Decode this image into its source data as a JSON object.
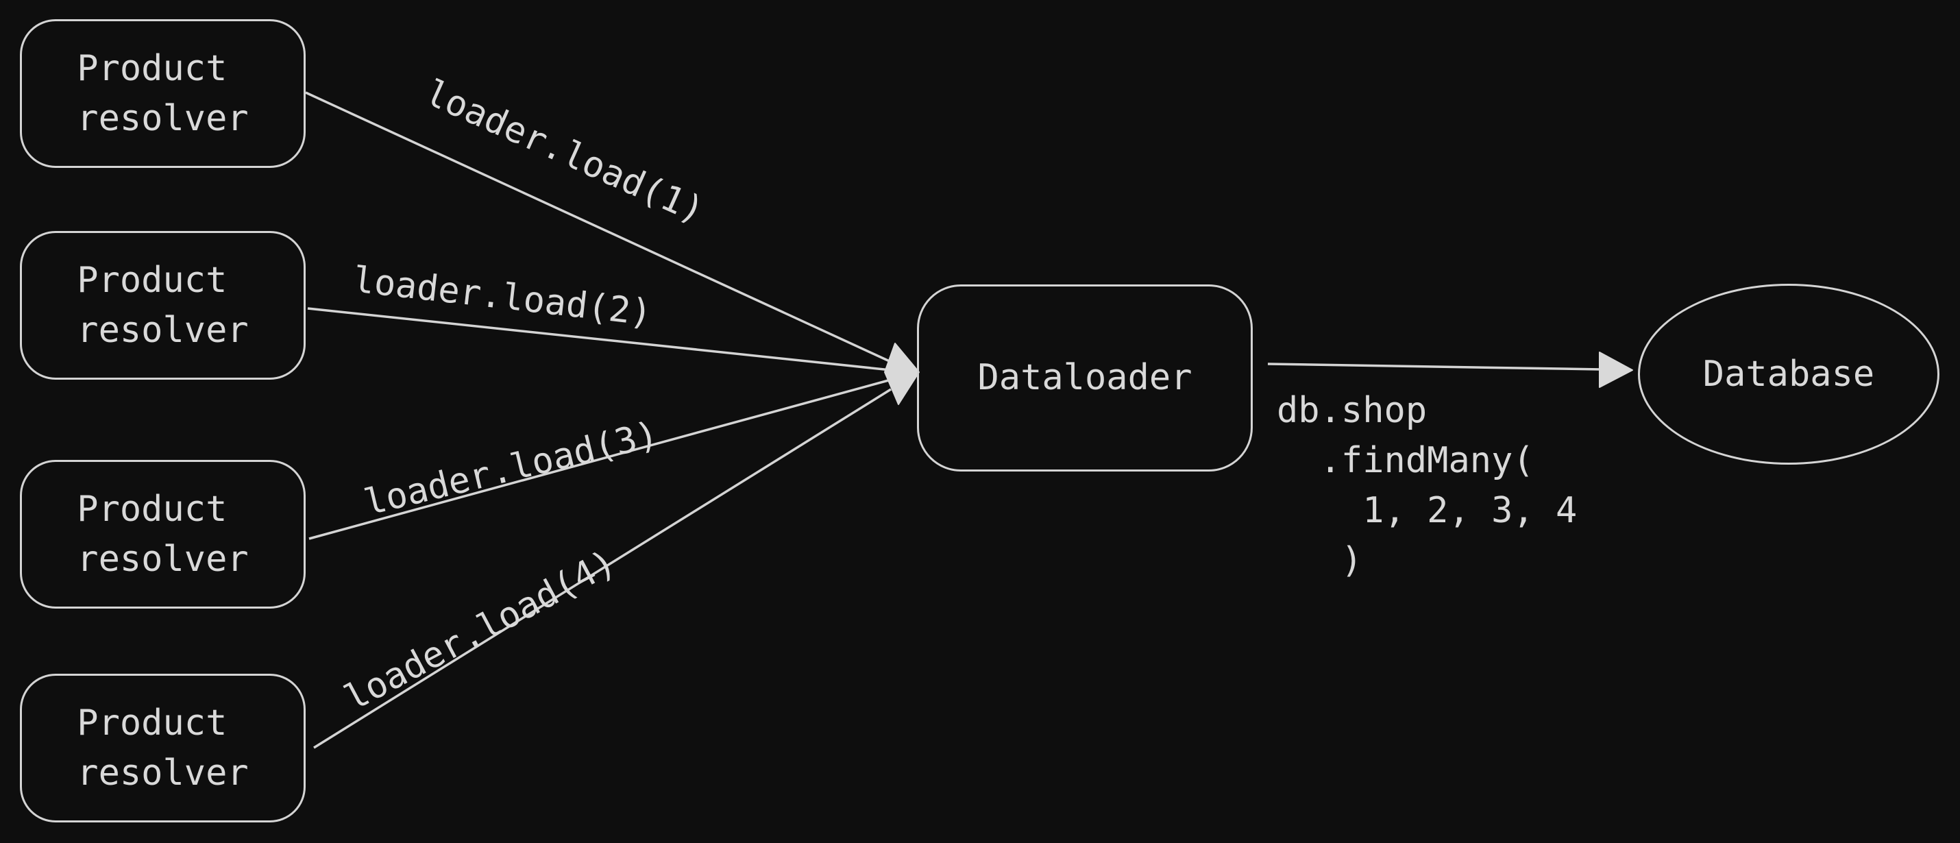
{
  "canvas": {
    "background_color": "#0e0e0e",
    "stroke_color": "#d4d4d4",
    "text_color": "#d9d9d9"
  },
  "nodes": {
    "resolver_1": {
      "label": "Product\nresolver"
    },
    "resolver_2": {
      "label": "Product\nresolver"
    },
    "resolver_3": {
      "label": "Product\nresolver"
    },
    "resolver_4": {
      "label": "Product\nresolver"
    },
    "dataloader": {
      "label": "Dataloader"
    },
    "database": {
      "label": "Database"
    }
  },
  "edges": {
    "load_1": {
      "label": "loader.load(1)"
    },
    "load_2": {
      "label": "loader.load(2)"
    },
    "load_3": {
      "label": "loader.load(3)"
    },
    "load_4": {
      "label": "loader.load(4)"
    },
    "query": {
      "label": "db.shop\n  .findMany(\n    1, 2, 3, 4\n   )"
    }
  }
}
